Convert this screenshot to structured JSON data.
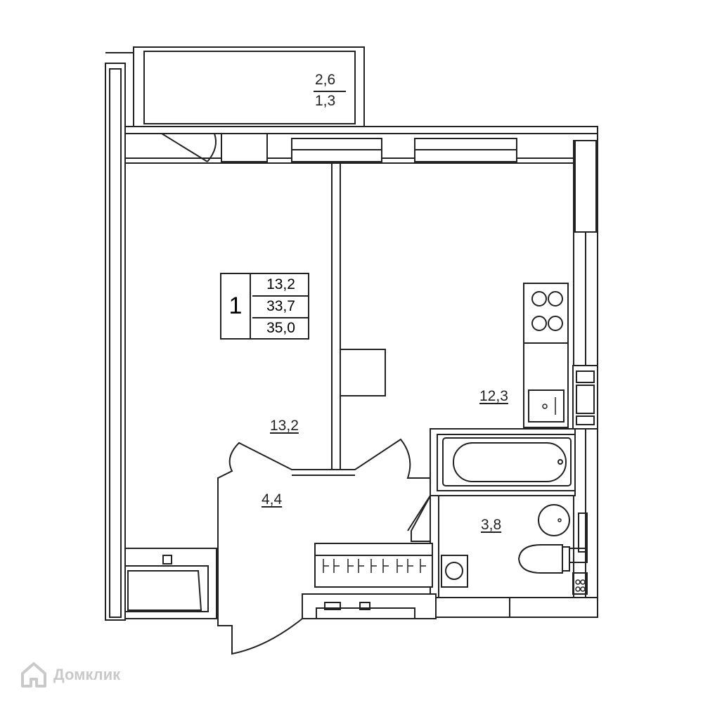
{
  "rooms": {
    "balcony": {
      "area_primary": "2,6",
      "area_reduced": "1,3"
    },
    "bedroom": {
      "area": "13,2"
    },
    "kitchen": {
      "area": "12,3"
    },
    "hallway": {
      "area": "4,4"
    },
    "bathroom": {
      "area": "3,8"
    }
  },
  "legend": {
    "room_count": "1",
    "living_area": "13,2",
    "total_area": "33,7",
    "total_with_balcony": "35,0"
  },
  "watermark": {
    "brand": "Домклик",
    "icon": "house-logo-icon",
    "color": "#c9c9c9"
  },
  "colors": {
    "line": "#222222",
    "background": "#ffffff"
  }
}
